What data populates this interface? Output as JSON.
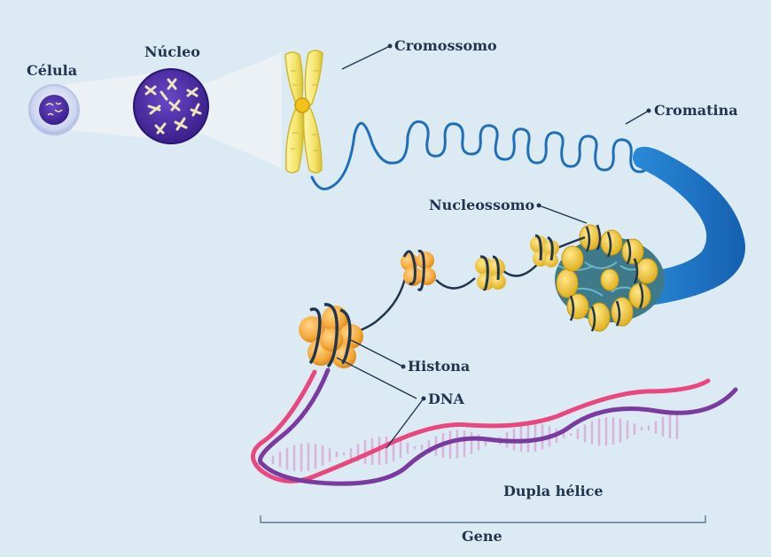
{
  "labels": {
    "cell": "Célula",
    "nucleus": "Núcleo",
    "chromosome": "Cromossomo",
    "chromatin": "Cromatina",
    "nucleosome": "Nucleossomo",
    "histone": "Histona",
    "dna": "DNA",
    "double_helix": "Dupla hélice",
    "gene": "Gene"
  },
  "colors": {
    "background": "#dcebf3",
    "label_text": "#1f3550",
    "leader_line": "#1f3550",
    "cell_membrane": "#d2dcf2",
    "nucleus_fill": "#4b2aa0",
    "chromosome_fill": "#f8ec7a",
    "chromatin_strand": "#1f6fb8",
    "chromatin_cone": "#1a78c8",
    "nucleosome_yellow": "#f0c43a",
    "histone_orange": "#f6a93a",
    "dna_strand_pink": "#e8477f",
    "dna_strand_purple": "#7a3aa0",
    "gene_bracket": "#5a7a94"
  },
  "icons": [
    "cell-icon",
    "nucleus-icon",
    "chromosome-icon",
    "nucleosome-cluster-icon",
    "histone-octamer-icon",
    "double-helix-icon"
  ]
}
